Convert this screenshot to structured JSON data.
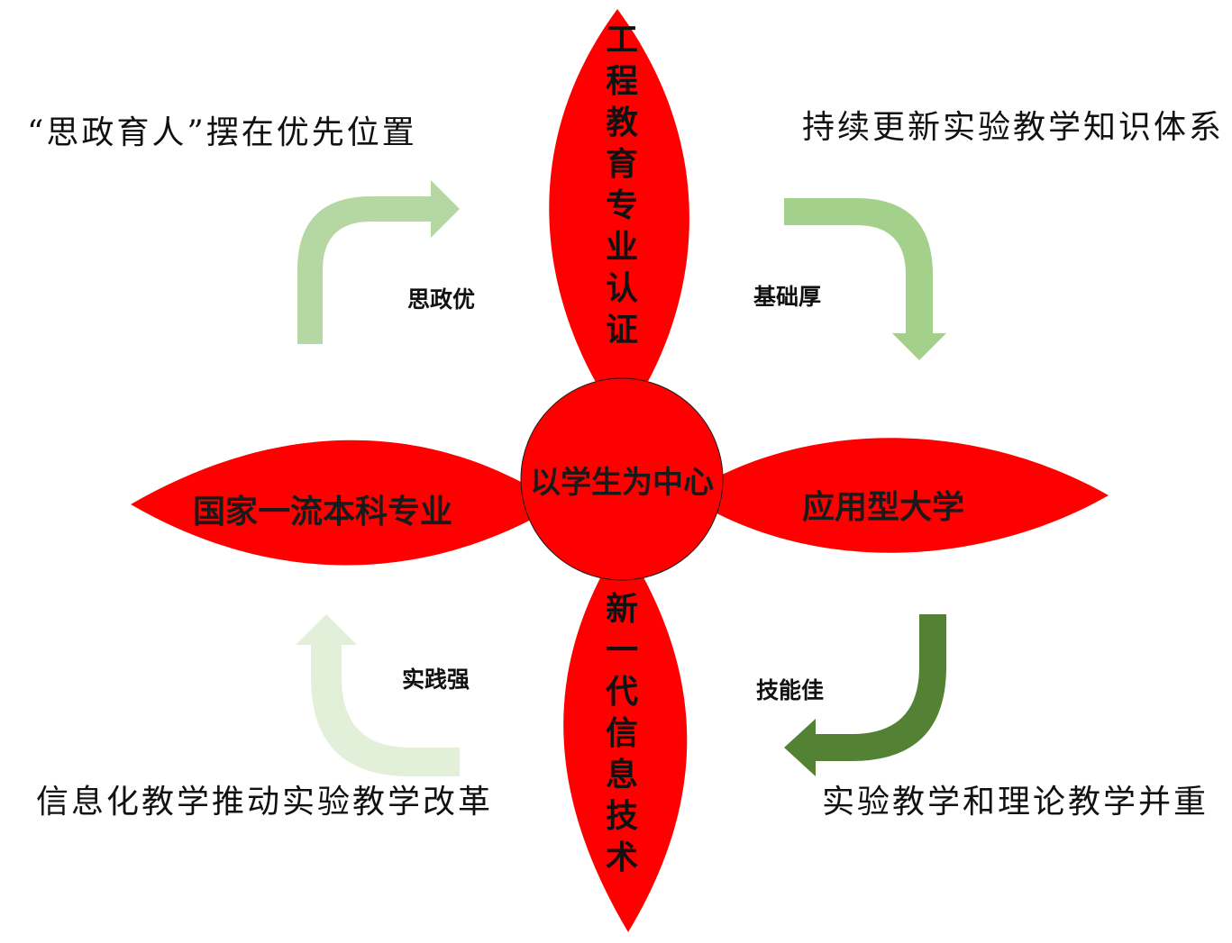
{
  "center": {
    "label": "以学生为中心",
    "color": "#ff0000"
  },
  "petals": {
    "top": "工程教育专业认证",
    "bottom": "新一代信息技术",
    "left": "国家一流本科专业",
    "right": "应用型大学",
    "color": "#ff0000"
  },
  "corners": {
    "top_left": "“思政育人”摆在优先位置",
    "top_right": "持续更新实验教学知识体系",
    "bottom_left": "信息化教学推动实验教学改革",
    "bottom_right": "实验教学和理论教学并重"
  },
  "arrows": {
    "top_left": {
      "label": "思政优",
      "color": "#b5d8a3"
    },
    "top_right": {
      "label": "基础厚",
      "color": "#a3d08b"
    },
    "bottom_right": {
      "label": "技能佳",
      "color": "#548235"
    },
    "bottom_left": {
      "label": "实践强",
      "color": "#e2f0d9"
    }
  }
}
